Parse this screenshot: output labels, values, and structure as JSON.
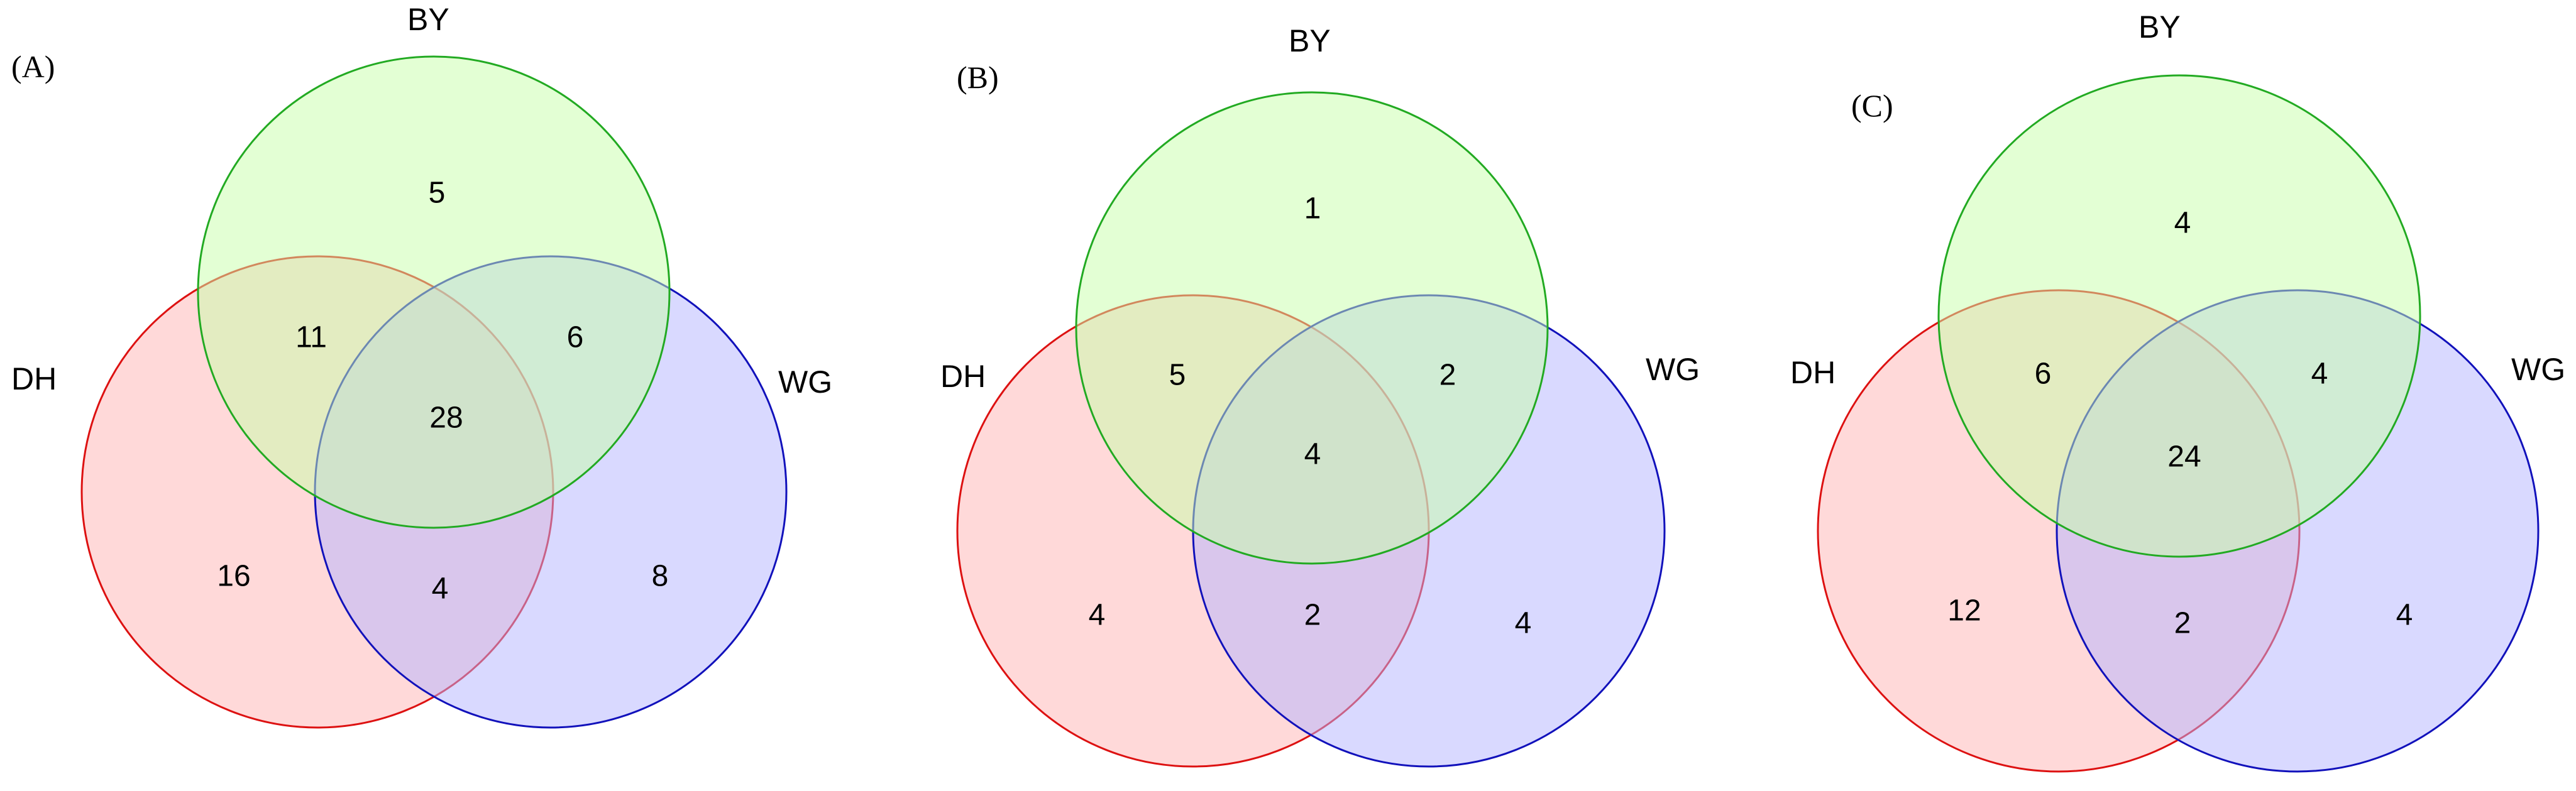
{
  "colors": {
    "BY_fill": "#c8ffaa",
    "BY_stroke": "#22aa22",
    "DH_fill": "#ffb4b4",
    "DH_stroke": "#dd1111",
    "WG_fill": "#b4b4ff",
    "WG_stroke": "#1111bb"
  },
  "panels": [
    {
      "label": "(A)",
      "sets": {
        "top": "BY",
        "left": "DH",
        "right": "WG"
      },
      "counts": {
        "BY_only": "5",
        "DH_only": "16",
        "WG_only": "8",
        "BY_DH": "11",
        "BY_WG": "6",
        "DH_WG": "4",
        "all": "28"
      }
    },
    {
      "label": "(B)",
      "sets": {
        "top": "BY",
        "left": "DH",
        "right": "WG"
      },
      "counts": {
        "BY_only": "1",
        "DH_only": "4",
        "WG_only": "4",
        "BY_DH": "5",
        "BY_WG": "2",
        "DH_WG": "2",
        "all": "4"
      }
    },
    {
      "label": "(C)",
      "sets": {
        "top": "BY",
        "left": "DH",
        "right": "WG"
      },
      "counts": {
        "BY_only": "4",
        "DH_only": "12",
        "WG_only": "4",
        "BY_DH": "6",
        "BY_WG": "4",
        "DH_WG": "2",
        "all": "24"
      }
    }
  ]
}
